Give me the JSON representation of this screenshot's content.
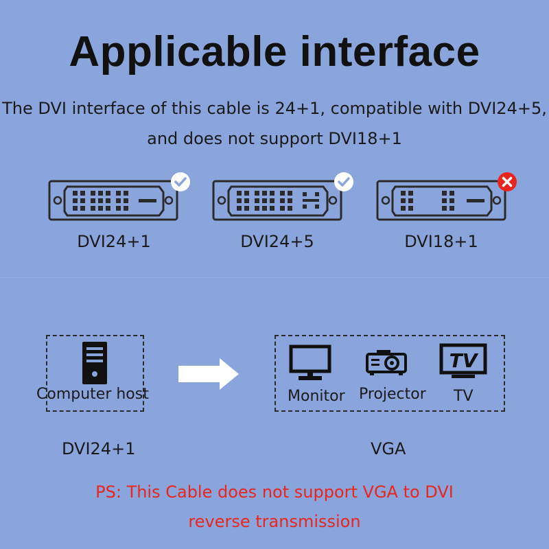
{
  "title": "Applicable interface",
  "description": {
    "line1": "The DVI interface of this cable is 24+1, compatible with DVI24+5,",
    "line2": "and does not support DVI18+1"
  },
  "connectors": [
    {
      "label": "DVI24+1",
      "status": "supported",
      "icon": "check-icon"
    },
    {
      "label": "DVI24+5",
      "status": "supported",
      "icon": "check-icon"
    },
    {
      "label": "DVI18+1",
      "status": "unsupported",
      "icon": "x-icon"
    }
  ],
  "source": {
    "device_label": "Computer host",
    "interface_label": "DVI24+1",
    "icon": "computer-tower-icon"
  },
  "targets": {
    "interface_label": "VGA",
    "devices": [
      {
        "label": "Monitor",
        "icon": "monitor-icon"
      },
      {
        "label": "Projector",
        "icon": "projector-icon"
      },
      {
        "label": "TV",
        "icon": "tv-icon"
      }
    ]
  },
  "ps": {
    "line1": "PS: This Cable does not support VGA to DVI",
    "line2": "reverse transmission"
  },
  "colors": {
    "background": "#8aa5dc",
    "warning": "#e8261d",
    "check_badge": "#ffffff",
    "x_badge": "#e8261d"
  }
}
